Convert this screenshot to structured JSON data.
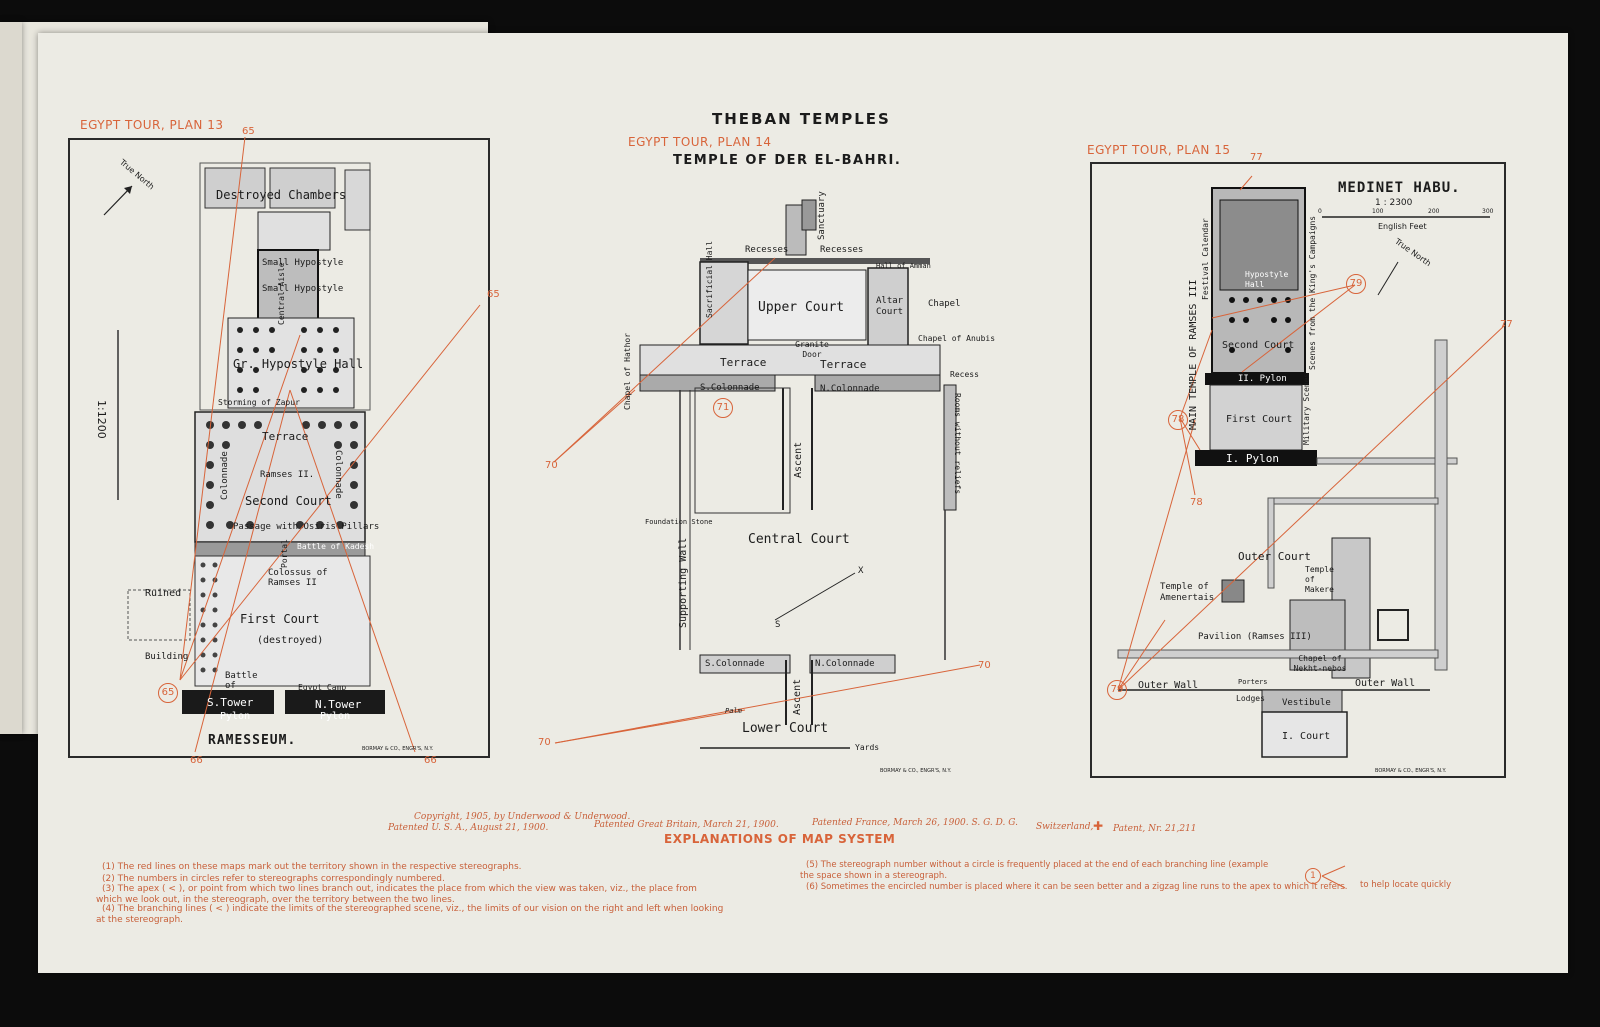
{
  "main_title": "THEBAN TEMPLES",
  "plans": {
    "plan13": {
      "header": "EGYPT TOUR, PLAN 13",
      "title": "RAMESSEUM.",
      "scale": "1:1200",
      "north": "True North",
      "imprint": "BORMAY & CO., ENGR'S, N.Y.",
      "labels": {
        "destroyed_chambers": "Destroyed Chambers",
        "hypostyle_small": "Small Hypostyle",
        "hypostyle_small2": "Small Hypostyle",
        "gr_hypostyle": "Gr. Hypostyle Hall",
        "central_aisle": "Central Aisle",
        "storming": "Storming of Zapur",
        "terrace": "Terrace",
        "ramses": "Ramses II.",
        "second_court": "Second Court",
        "colonnade_l": "Colonnade",
        "colonnade_r": "Colonnade",
        "passage": "Passage with Osiris Pillars",
        "battle_kadesh_top": "Battle of Kadesh",
        "colossus": "Colossus of Ramses II",
        "portal": "Portal",
        "ruined": "Ruined",
        "building": "Building",
        "first_court": "First Court",
        "destroyed": "(destroyed)",
        "battle_kadesh": "Battle of Kadesh",
        "egypt_camp": "Egypt Camp",
        "s_tower": "S.Tower",
        "n_tower": "N.Tower",
        "pylon_l": "Pylon",
        "pylon_r": "Pylon"
      },
      "numbers": {
        "n65_top": "65",
        "n66_bl": "66",
        "n66_br": "66",
        "n65_right": "65",
        "c65": "65"
      }
    },
    "plan14": {
      "header": "EGYPT TOUR, PLAN 14",
      "title": "TEMPLE OF DER EL-BAHRI.",
      "imprint": "BORMAY & CO., ENGR'S, N.Y.",
      "labels": {
        "sanctuary": "Sanctuary",
        "recesses_l": "Recesses",
        "recesses_r": "Recesses",
        "hall_amman": "Hall of Amman",
        "sacrificial_hall": "Sacrificial Hall",
        "upper_court": "Upper Court",
        "altar_court": "Altar Court",
        "chapel": "Chapel",
        "chapel_anubis": "Chapel of Anubis",
        "granite_door": "Granite Door",
        "terrace_l": "Terrace",
        "terrace_r": "Terrace",
        "chapel_hathor": "Chapel of Hathor",
        "s_colonnade_up": "S.Colonnade",
        "n_colonnade_up": "N.Colonnade",
        "recess": "Recess",
        "rooms_reliefs": "Rooms without reliefs",
        "ascent_up": "Ascent",
        "foundation_stone": "Foundation Stone",
        "central_court": "Central Court",
        "supporting_wall": "Supporting Wall",
        "x_mark": "X",
        "s_mark": "S",
        "s_colonnade": "S.Colonnade",
        "n_colonnade": "N.Colonnade",
        "ascent": "Ascent",
        "palm": "Palm",
        "lower_court": "Lower Court",
        "yards": "Yards"
      },
      "numbers": {
        "n70_left": "70",
        "n70_right": "70",
        "n70_bottom": "70",
        "c71": "71"
      }
    },
    "plan15": {
      "header": "EGYPT TOUR, PLAN 15",
      "title": "MEDINET HABU.",
      "scale": "1 : 2300",
      "scale_feet": "English Feet",
      "scale_ticks": [
        "0",
        "100",
        "200",
        "300"
      ],
      "north": "True North",
      "imprint": "BORMAY & CO., ENGR'S, N.Y.",
      "labels": {
        "main_temple": "MAIN TEMPLE OF RAMSES III",
        "festival": "Festival Calendar",
        "scenes": "Scenes from the King's Campaigns",
        "military": "Military Scenes",
        "hypostyle": "Hypostyle Hall",
        "second_court": "Second Court",
        "ii_pylon": "II. Pylon",
        "first_court": "First Court",
        "i_pylon": "I. Pylon",
        "outer_court": "Outer Court",
        "temple_of": "Temple of Amenertais",
        "temple_makere": "Temple of Makere",
        "pavilion": "Pavilion (Ramses III)",
        "chapel_nekht": "Chapel of Nekht-nebos",
        "outer_wall_l": "Outer Wall",
        "outer_wall_r": "Outer Wall",
        "porters": "Porters",
        "lodges": "Lodges",
        "vestibule": "Vestibule",
        "i_court": "I. Court"
      },
      "numbers": {
        "n77_top": "77",
        "n77_right": "77",
        "c79_top": "79",
        "c78": "78",
        "n78": "78",
        "c79_bot": "79"
      }
    }
  },
  "copyright": {
    "line1": "Copyright, 1905, by Underwood & Underwood.",
    "line2a": "Patented U. S. A., August 21, 1900.",
    "line2b": "Patented Great Britain, March 21, 1900.",
    "line2c": "Patented France, March 26, 1900.   S. G. D. G.",
    "line2d": "Switzerland,",
    "line2e": "Patent, Nr. 21,211"
  },
  "explanations": {
    "heading": "EXPLANATIONS OF MAP SYSTEM",
    "items_left": [
      "(1)  The red lines on these maps mark out the territory shown in the respective stereographs.",
      "(2)  The numbers in circles refer to stereographs correspondingly numbered.",
      "(3)  The apex (  <  ), or point from which two lines branch out, indicates the place from which the view was taken, viz., the place from",
      "which we look out, in the stereograph, over the territory between the two lines.",
      "(4)  The branching lines (  <  ) indicate the limits of the stereographed scene, viz., the limits of our vision on the right and left when looking",
      "at the stereograph."
    ],
    "items_right": [
      "(5)  The stereograph number without a circle is frequently placed at the end of each branching line (example",
      "the space shown in a stereograph.",
      "(6)  Sometimes the encircled number is placed where it can be seen better and a zigzag line runs to the apex to which it refers."
    ],
    "example_num": "1",
    "help_text": "to help locate quickly"
  },
  "colors": {
    "red": "#d8643a",
    "ink": "#1b1b1b",
    "paper": "#ecebe4"
  }
}
